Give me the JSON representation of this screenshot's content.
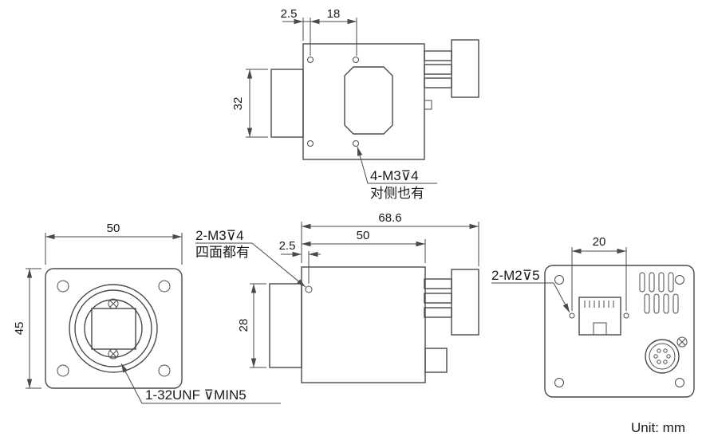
{
  "unit_note": "Unit: mm",
  "colors": {
    "line": "#4a4a4a",
    "text": "#1a1a1a",
    "background": "#ffffff"
  },
  "top_view": {
    "dim_front_offset": "2.5",
    "dim_hole_spacing": "18",
    "dim_lens_diameter": "32",
    "note_screw": "4-M3⊽4",
    "note_screw_sub": "对侧也有"
  },
  "front_view": {
    "dim_width": "50",
    "dim_height": "45",
    "note_thread": "1-32UNF ⊽MIN5"
  },
  "side_view": {
    "dim_total_length": "68.6",
    "dim_body_length": "50",
    "dim_front_offset": "2.5",
    "dim_lens_diameter": "28",
    "note_screw": "2-M3⊽4",
    "note_screw_sub": "四面都有"
  },
  "rear_view": {
    "dim_hole_spacing": "20",
    "note_screw": "2-M2⊽5"
  }
}
